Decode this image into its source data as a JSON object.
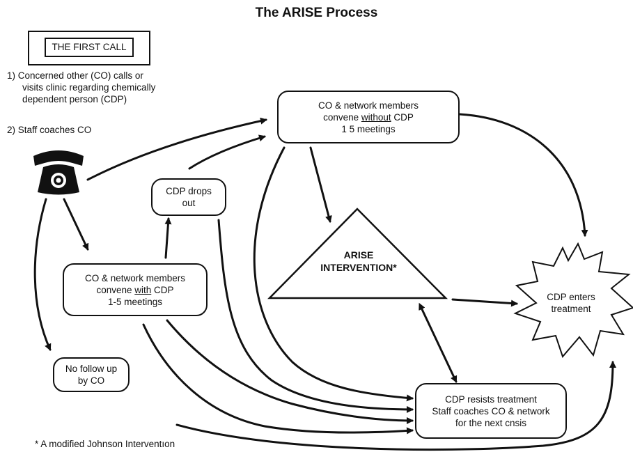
{
  "title": "The ARISE Process",
  "first_call": "THE FIRST CALL",
  "step1": {
    "line1": "1)  Concerned other (CO) calls or",
    "line2": "visits clinic regarding chemically",
    "line3": "dependent person (CDP)"
  },
  "step2": "2)  Staff coaches CO",
  "without_box": {
    "line1": "CO & network members",
    "line2_pre": "convene ",
    "line2_u": "without",
    "line2_post": " CDP",
    "line3": "1 5 meetings"
  },
  "drops_out_box": {
    "line1": "CDP drops",
    "line2": "out"
  },
  "with_box": {
    "line1": "CO & network members",
    "line2_pre": "convene ",
    "line2_u": "with",
    "line2_post": " CDP",
    "line3": "1-5 meetings"
  },
  "intervention": {
    "line1": "ARISE",
    "line2": "INTERVENTION*"
  },
  "enters": {
    "line1": "CDP enters",
    "line2": "treatment"
  },
  "no_follow": {
    "line1": "No follow up",
    "line2": "by CO"
  },
  "resists": {
    "line1": "CDP resists treatment",
    "line2": "Staff coaches CO & network",
    "line3": "for the next cnsis"
  },
  "footnote": "* A modified Johnson Interventıon"
}
